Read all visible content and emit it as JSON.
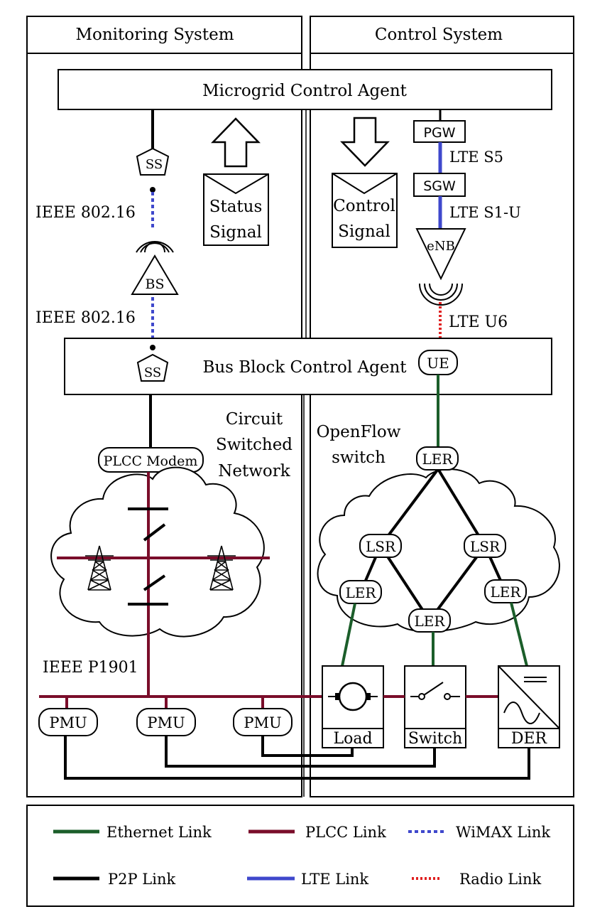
{
  "panels": {
    "monitoring": "Monitoring System",
    "control": "Control System"
  },
  "agents": {
    "microgrid": "Microgrid Control Agent",
    "bus_block": "Bus Block Control Agent"
  },
  "signals": {
    "status": [
      "Status",
      "Signal"
    ],
    "control": [
      "Control",
      "Signal"
    ]
  },
  "wimax": {
    "ss": "SS",
    "bs": "BS",
    "link_label": "IEEE 802.16"
  },
  "lte": {
    "pgw": "PGW",
    "sgw": "SGW",
    "enb": "eNB",
    "ue": "UE",
    "s5": "LTE S5",
    "s1u": "LTE S1-U",
    "u6": "LTE U6"
  },
  "plcc": {
    "modem": "PLCC Modem",
    "network": [
      "Circuit",
      "Switched",
      "Network"
    ],
    "standard": "IEEE P1901"
  },
  "openflow": {
    "label": [
      "OpenFlow",
      "switch"
    ],
    "ler": "LER",
    "lsr": "LSR"
  },
  "devices": {
    "pmu": "PMU",
    "load": "Load",
    "switch": "Switch",
    "der": "DER"
  },
  "colors": {
    "ethernet": "#1b5e2a",
    "plcc": "#7a0d2a",
    "wimax": "#3f48cc",
    "p2p": "#000000",
    "lte": "#3f48cc",
    "radio": "#e02020"
  },
  "legend": {
    "ethernet": "Ethernet Link",
    "plcc": "PLCC Link",
    "wimax": "WiMAX Link",
    "p2p": "P2P Link",
    "lte": "LTE Link",
    "radio": "Radio Link"
  }
}
